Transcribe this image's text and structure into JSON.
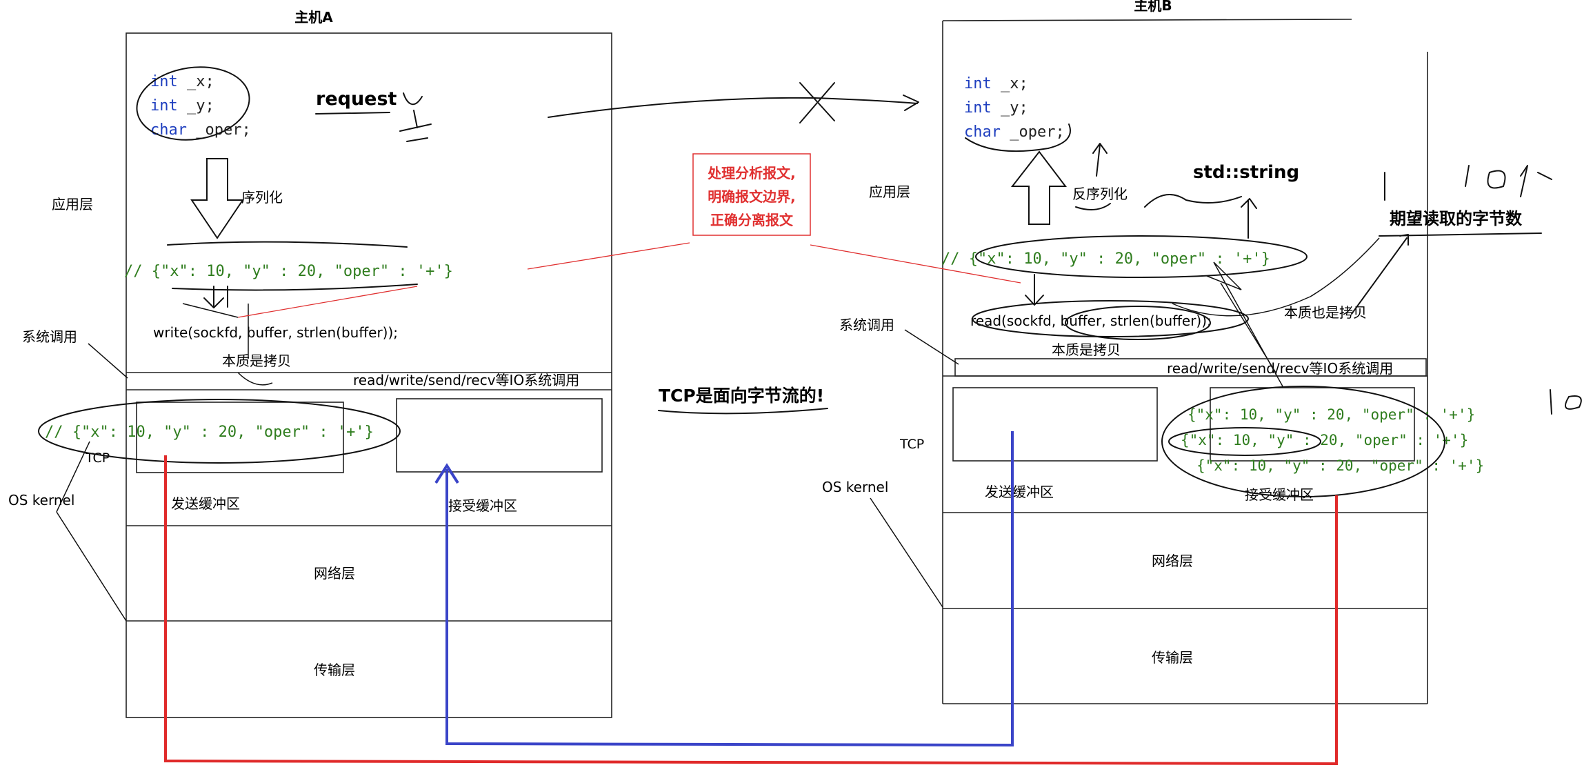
{
  "colors": {
    "red_flow": "#e02a2a",
    "blue_flow": "#3a44c8",
    "note_red": "#e03030",
    "comment_green": "#2f7d1e",
    "keyword_blue": "#1f3fbf"
  },
  "hostA": {
    "title": "主机A",
    "layers": {
      "app": "应用层",
      "syscall": "系统调用",
      "tcp": "TCP",
      "os_kernel": "OS kernel",
      "network": "网络层",
      "transport": "传输层"
    },
    "code_lines": [
      {
        "kw": "int",
        "rest": " _x;"
      },
      {
        "kw": "int",
        "rest": " _y;"
      },
      {
        "kw": "char",
        "rest": " _oper;"
      }
    ],
    "request_label": "request",
    "serialize_label": "序列化",
    "json_line": "// {\"x\": 10, \"y\" : 20, \"oper\" : '+'}",
    "write_call": "write(sockfd, buffer, strlen(buffer));",
    "copy_label": "本质是拷贝",
    "io_bar": "read/write/send/recv等IO系统调用",
    "kernel_json": "// {\"x\": 10, \"y\" : 20, \"oper\" : '+'}",
    "send_buffer": "发送缓冲区",
    "recv_buffer": "接受缓冲区"
  },
  "hostB": {
    "title": "主机B",
    "layers": {
      "app": "应用层",
      "syscall": "系统调用",
      "tcp": "TCP",
      "os_kernel": "OS kernel",
      "network": "网络层",
      "transport": "传输层"
    },
    "code_lines": [
      {
        "kw": "int",
        "rest": " _x;"
      },
      {
        "kw": "int",
        "rest": " _y;"
      },
      {
        "kw": "char",
        "rest": " _oper;"
      }
    ],
    "deserialize_label": "反序列化",
    "std_string": "std::string",
    "json_line": "// {\"x\": 10, \"y\" : 20, \"oper\" : '+'}",
    "read_call": "read(sockfd, buffer, strlen(buffer));",
    "copy_label": "本质是拷贝",
    "also_copy_label": "本质也是拷贝",
    "io_bar": "read/write/send/recv等IO系统调用",
    "send_buffer": "发送缓冲区",
    "recv_buffer": "接受缓冲区",
    "buffered_messages": [
      "{\"x\": 10, \"y\" : 20, \"oper\" : '+'}",
      "{\"x\": 10, \"y\" : 20, \"oper\" : '+'}",
      "{\"x\": 10, \"y\" : 20, \"oper\" : '+'}"
    ],
    "expected_bytes": "期望读取的字节数"
  },
  "center": {
    "note_lines": [
      "处理分析报文,",
      "明确报文边界,",
      "正确分离报文"
    ],
    "tcp_stream": "TCP是面向字节流的!"
  }
}
